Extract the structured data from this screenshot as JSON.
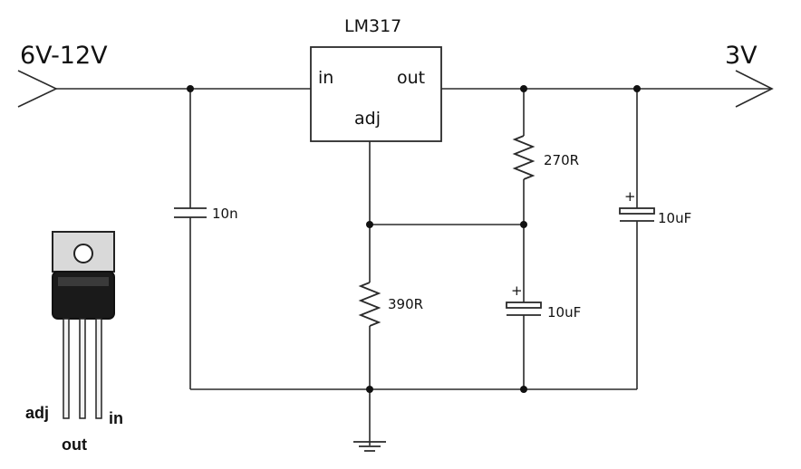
{
  "input_label": "6V-12V",
  "output_label": "3V",
  "regulator": {
    "name": "LM317",
    "pin_in": "in",
    "pin_out": "out",
    "pin_adj": "adj"
  },
  "components": {
    "c_input": "10n",
    "r_top": "270R",
    "r_bottom": "390R",
    "c_adj": "10uF",
    "c_out": "10uF"
  },
  "package_pins": {
    "adj": "adj",
    "out": "out",
    "in": "in"
  },
  "colors": {
    "ink": "#111111",
    "wire": "#2a2a2a",
    "package_body": "#1a1a1a",
    "package_tab": "#d9d9d9"
  }
}
